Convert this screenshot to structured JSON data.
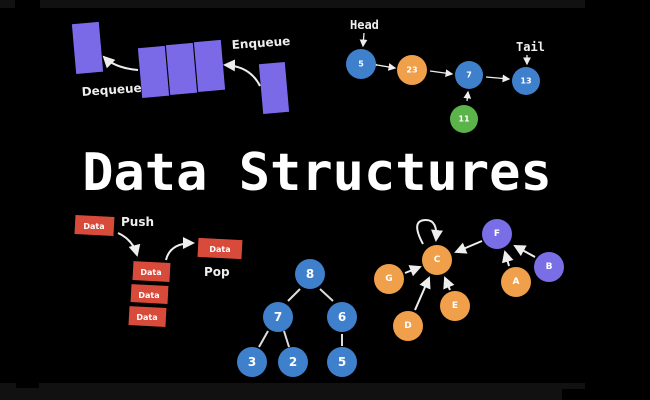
{
  "title": "Data Structures",
  "queue": {
    "enqueue_label": "Enqueue",
    "dequeue_label": "Dequeue"
  },
  "linked_list": {
    "head_label": "Head",
    "tail_label": "Tail",
    "nodes": [
      "5",
      "23",
      "7",
      "13",
      "11"
    ]
  },
  "stack": {
    "push_label": "Push",
    "pop_label": "Pop",
    "item_label": "Data"
  },
  "tree": {
    "nodes": [
      "8",
      "7",
      "6",
      "3",
      "2",
      "5"
    ]
  },
  "graph": {
    "nodes": [
      "C",
      "G",
      "D",
      "E",
      "F",
      "A",
      "B"
    ]
  },
  "colors": {
    "blue": "#3f80cc",
    "orange": "#f0a04a",
    "green": "#5bb44a",
    "purple": "#7a6ee6",
    "red": "#d84a3a",
    "queue": "#7b6ae8"
  }
}
